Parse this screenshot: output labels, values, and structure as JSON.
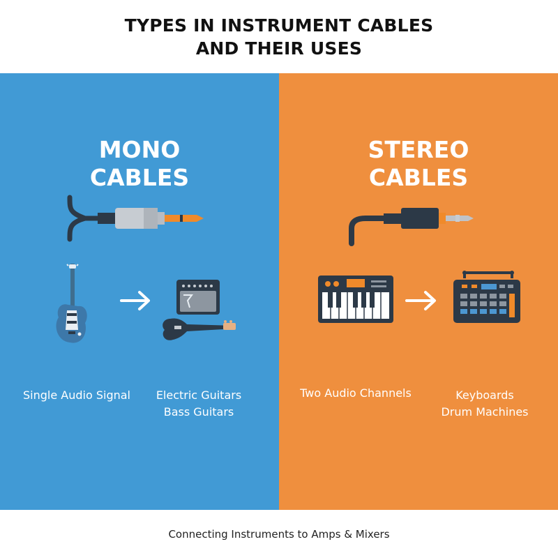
{
  "header": {
    "title_line1": "TYPES IN INSTRUMENT CABLES",
    "title_line2": "AND THEIR USES"
  },
  "colors": {
    "mono_bg": "#419ad5",
    "stereo_bg": "#ef8f3e",
    "cable_dark": "#2c3947",
    "plug_silver": "#bfc3c9",
    "plug_orange": "#f08a2a"
  },
  "mono": {
    "title_line1": "MONO",
    "title_line2": "CABLES",
    "signal_label": "Single Audio Signal",
    "use_line1": "Electric Guitars",
    "use_line2": "Bass Guitars",
    "icons": [
      "mono-cable-icon",
      "electric-guitar-icon",
      "arrow-right-icon",
      "guitar-amp-icon",
      "bass-guitar-icon"
    ]
  },
  "stereo": {
    "title_line1": "STEREO",
    "title_line2": "CABLES",
    "signal_label": "Two Audio Channels",
    "use_line1": "Keyboards",
    "use_line2": "Drum Machines",
    "icons": [
      "stereo-cable-icon",
      "keyboard-synth-icon",
      "arrow-right-icon",
      "drum-machine-icon"
    ]
  },
  "footer": {
    "caption": "Connecting Instruments to Amps & Mixers"
  }
}
